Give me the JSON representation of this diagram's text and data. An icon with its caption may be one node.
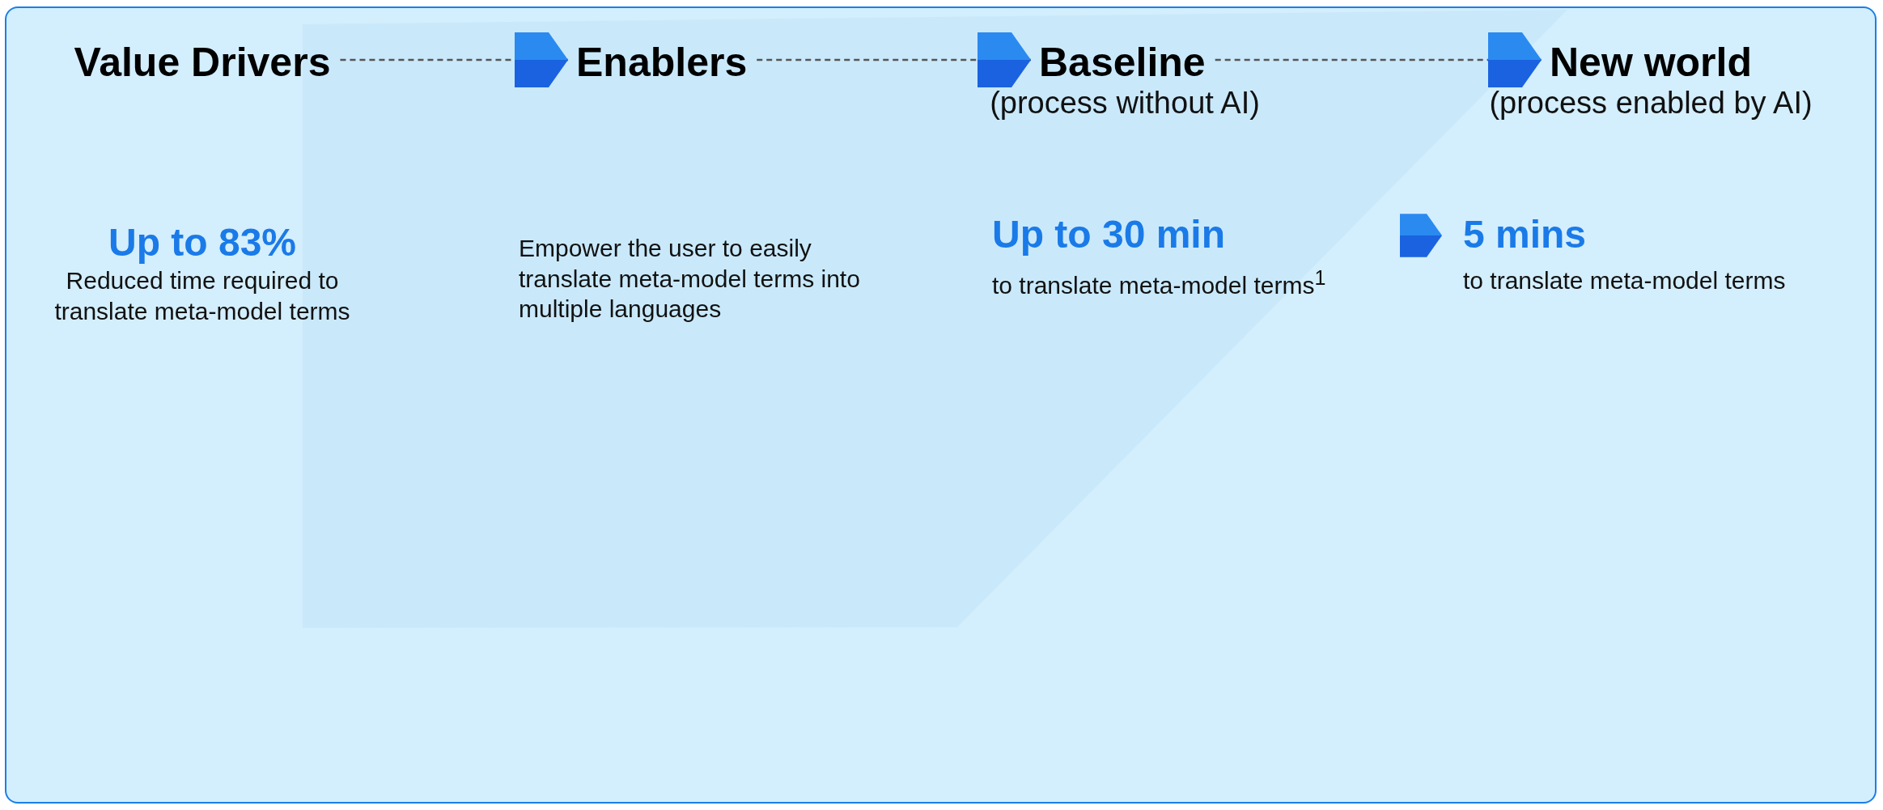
{
  "diagram": {
    "nodes": [
      {
        "text": [
          "Value Drivers"
        ]
      },
      {
        "text": [
          "Enablers"
        ]
      },
      {
        "text": [
          "Baseline",
          "(process without AI)"
        ]
      },
      {
        "text": [
          "New world",
          "(process enabled by AI)"
        ]
      }
    ],
    "edges": [
      {
        "from": 0,
        "to": 1,
        "arrow": "to",
        "style": "dashed"
      },
      {
        "from": 1,
        "to": 2,
        "arrow": "to",
        "style": "dashed"
      },
      {
        "from": 2,
        "to": 3,
        "arrow": "to",
        "style": "dashed"
      }
    ],
    "labels": [
      "Up to 83%",
      "Reduced time required to translate meta-model terms",
      "Empower the user to easily translate meta-model terms into multiple languages",
      "Up to 30 min",
      "to translate meta-model terms$^{1}$",
      "5 mins",
      "to translate meta-model terms"
    ]
  }
}
